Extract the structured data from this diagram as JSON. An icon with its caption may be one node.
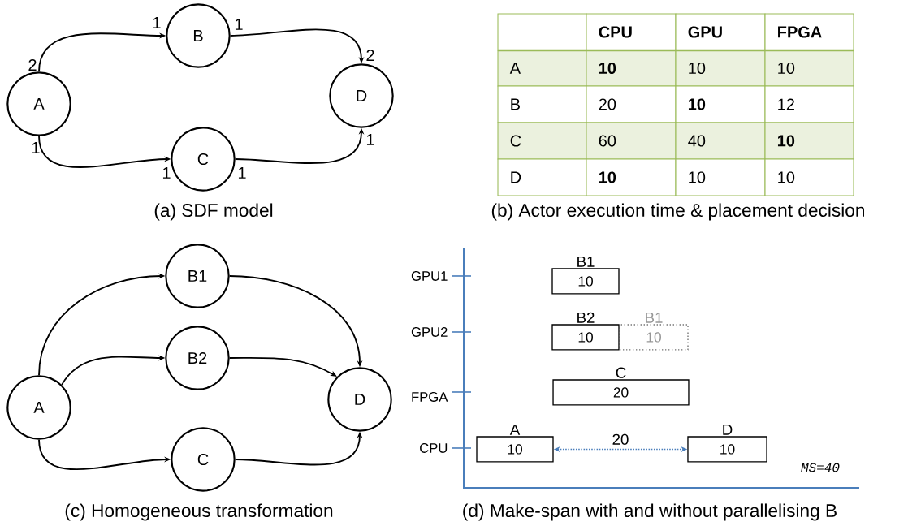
{
  "diagram": {
    "nodes": [
      {
        "text": [
          "A"
        ]
      },
      {
        "text": [
          "B"
        ]
      },
      {
        "text": [
          "C"
        ]
      },
      {
        "text": [
          "D"
        ]
      },
      {
        "text": [
          "A"
        ]
      },
      {
        "text": [
          "B1"
        ]
      },
      {
        "text": [
          "B2"
        ]
      },
      {
        "text": [
          "C"
        ]
      },
      {
        "text": [
          "D"
        ]
      },
      {
        "text": [
          "B1",
          "10"
        ]
      },
      {
        "text": [
          "B2",
          "10"
        ]
      },
      {
        "text": [
          "B1",
          "10"
        ]
      },
      {
        "text": [
          "C",
          "20"
        ]
      },
      {
        "text": [
          "A",
          "10"
        ]
      },
      {
        "text": [
          "D",
          "10"
        ]
      }
    ],
    "edges": [
      {
        "from": 0,
        "to": 1,
        "arrow": "to"
      },
      {
        "from": 1,
        "to": 3,
        "arrow": "to"
      },
      {
        "from": 0,
        "to": 2,
        "arrow": "to"
      },
      {
        "from": 2,
        "to": 3,
        "arrow": "to"
      },
      {
        "from": 4,
        "to": 5,
        "arrow": "to"
      },
      {
        "from": 5,
        "to": 8,
        "arrow": "to"
      },
      {
        "from": 4,
        "to": 6,
        "arrow": "to"
      },
      {
        "from": 6,
        "to": 8,
        "arrow": "to"
      },
      {
        "from": 4,
        "to": 7,
        "arrow": "to"
      },
      {
        "from": 7,
        "to": 8,
        "arrow": "to"
      },
      {
        "from": 13,
        "to": 14,
        "arrow": "both",
        "label": "20",
        "style": "dashed",
        "color": "#4a7ebb"
      }
    ],
    "labels": [
      "1",
      "1",
      "2",
      "2",
      "1",
      "1",
      "1",
      "1",
      "(a) SDF model",
      "CPU",
      "GPU",
      "FPGA",
      "A",
      "10",
      "10",
      "10",
      "B",
      "20",
      "10",
      "12",
      "C",
      "60",
      "40",
      "10",
      "D",
      "10",
      "10",
      "10",
      "(b) Actor execution time & placement decision",
      "GPU1",
      "GPU2",
      "FPGA",
      "CPU",
      "MS=40",
      "(c) Homogeneous transformation",
      "(d) Make-span with and without parallelising B"
    ]
  }
}
